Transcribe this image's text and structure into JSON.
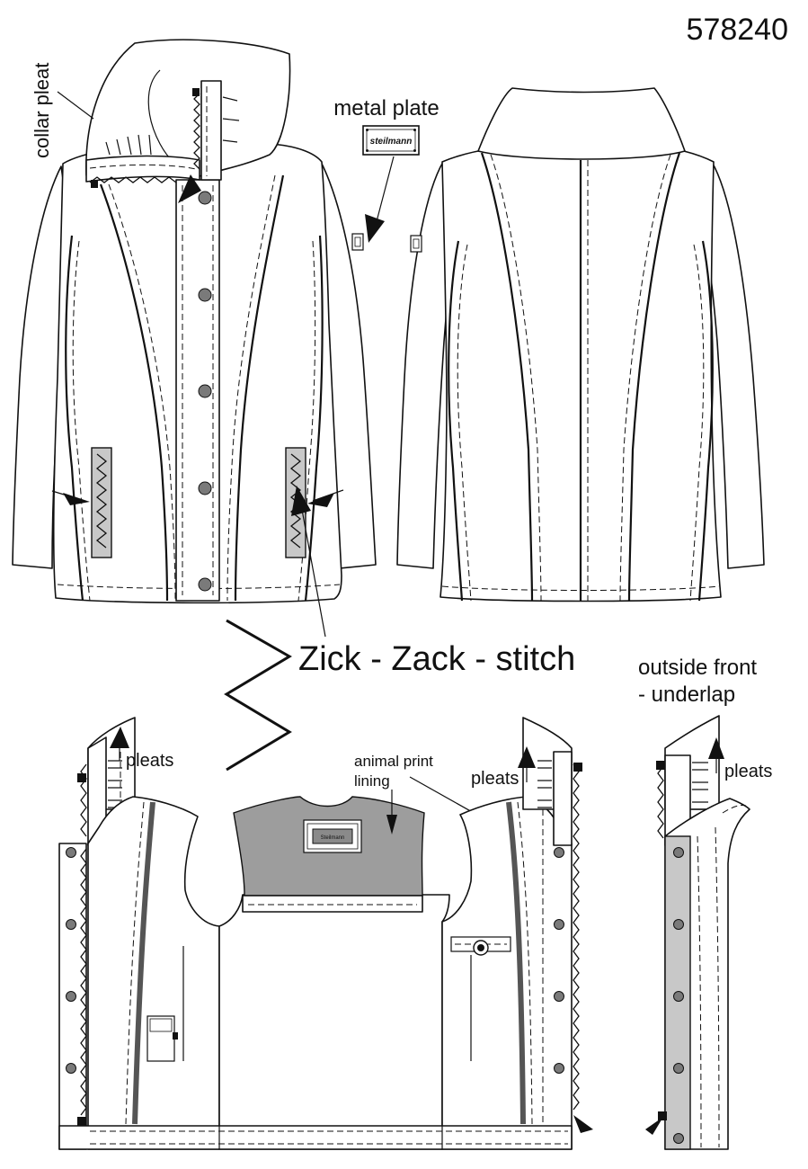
{
  "article_number": "578240",
  "labels": {
    "collar_pleat": "collar pleat",
    "metal_plate": "metal plate",
    "plate_brand": "steilmann",
    "zigzag_stitch": "Zick - Zack - stitch",
    "outside_front_line1": "outside front",
    "outside_front_line2": "- underlap",
    "pleats": "pleats",
    "animal_print_line1": "animal print",
    "animal_print_line2": "lining",
    "inner_label": "Steilmann"
  },
  "colors": {
    "line": "#111111",
    "lining_fill": "#9d9d9d",
    "pocket_fill": "#c8c8c8",
    "underlap_fill": "#c8c8c8",
    "button_fill": "#7a7a7a",
    "facing_seam": "#555555"
  }
}
